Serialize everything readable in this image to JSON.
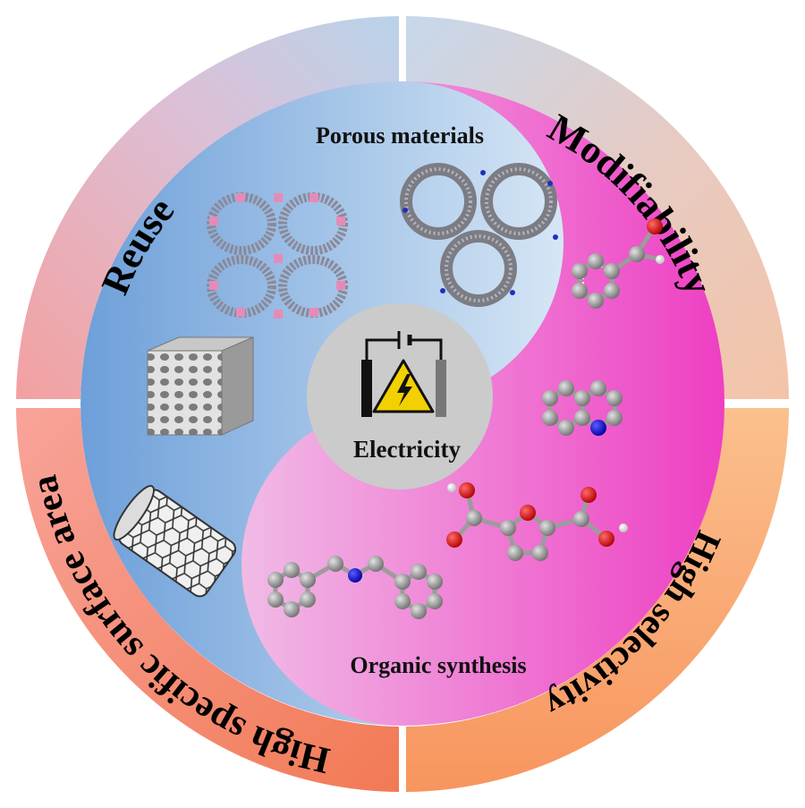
{
  "outer_ring": {
    "top_left": "Reuse",
    "top_right": "Modifiability",
    "bottom_right": "High selectivity",
    "bottom_left": "High specific surface area"
  },
  "inner": {
    "top_title": "Porous materials",
    "bottom_title": "Organic synthesis",
    "center_label": "Electricity"
  },
  "icons": [
    "mof-framework-icon",
    "cof-framework-icon",
    "porous-cube-icon",
    "carbon-nanotube-icon",
    "benzaldehyde-molecule-icon",
    "quinoline-molecule-icon",
    "furandicarboxylic-acid-molecule-icon",
    "dibenzylamine-molecule-icon",
    "electrolysis-cell-icon",
    "high-voltage-warning-icon"
  ],
  "colors": {
    "top_left_segment": "#d9c0d8",
    "top_right_segment": "#e0cdc6",
    "bottom_right_segment": "#f8a070",
    "bottom_left_segment": "#f48a70",
    "blue_half": "#78a8dc",
    "pink_half": "#ee4fc8",
    "center_disc": "#c9c9c9",
    "warning_yellow": "#f3d000"
  }
}
